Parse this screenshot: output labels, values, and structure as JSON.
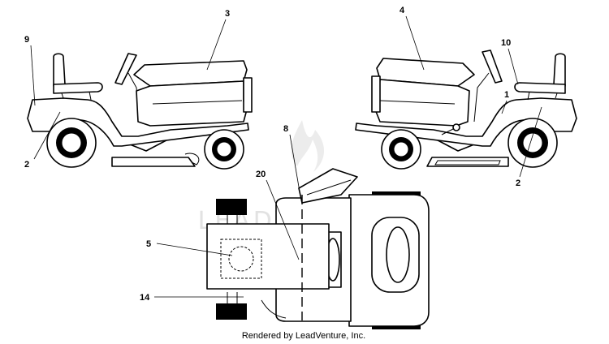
{
  "diagram": {
    "callouts": {
      "c1": "1",
      "c2_left": "2",
      "c2_right": "2",
      "c3": "3",
      "c4": "4",
      "c5": "5",
      "c8": "8",
      "c9": "9",
      "c10": "10",
      "c14": "14",
      "c20": "20"
    },
    "watermark": "LEADVENTURE",
    "credit": "Rendered by LeadVenture, Inc."
  }
}
